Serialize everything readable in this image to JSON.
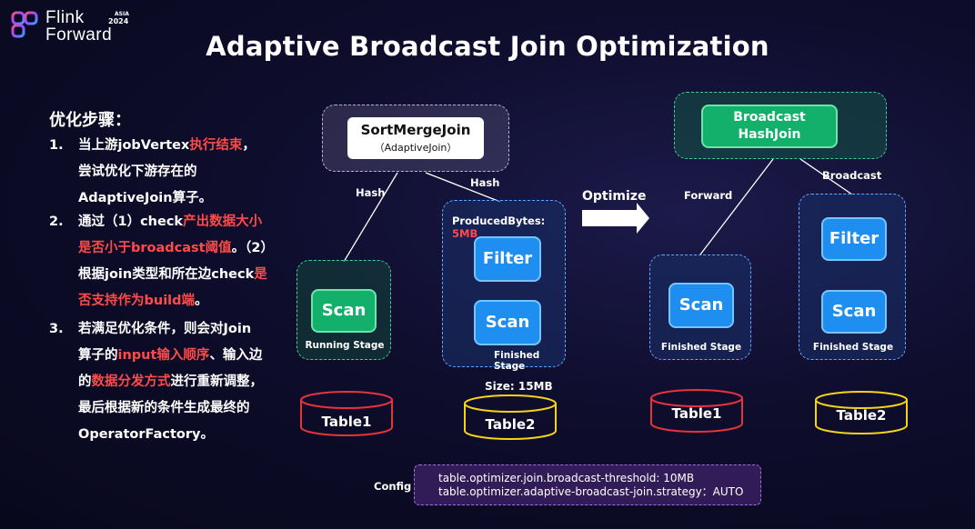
{
  "logo": {
    "line1": "Flink",
    "line2": "Forward",
    "region": "ASIA",
    "year": "2024"
  },
  "title": "Adaptive Broadcast Join Optimization",
  "steps_heading": "优化步骤：",
  "steps": [
    {
      "num": "1.",
      "lines": [
        [
          {
            "t": "当上游jobVertex"
          },
          {
            "t": "执行结束",
            "red": true
          },
          {
            "t": "，"
          }
        ],
        [
          {
            "t": "尝试优化下游存在的"
          }
        ],
        [
          {
            "t": "AdaptiveJoin算子。"
          }
        ]
      ]
    },
    {
      "num": "2.",
      "lines": [
        [
          {
            "t": "通过（1）check"
          },
          {
            "t": "产出数据大小",
            "red": true
          }
        ],
        [
          {
            "t": "是否小于broadcast阈值",
            "red": true
          },
          {
            "t": "。（2）"
          }
        ],
        [
          {
            "t": "根据join类型和所在边check"
          },
          {
            "t": "是",
            "red": true
          }
        ],
        [
          {
            "t": "否支持作为build端",
            "red": true
          },
          {
            "t": "。"
          }
        ]
      ]
    },
    {
      "num": "3.",
      "lines": [
        [
          {
            "t": "若满足优化条件，则会对Join"
          }
        ],
        [
          {
            "t": "算子的"
          },
          {
            "t": "input输入顺序",
            "red": true
          },
          {
            "t": "、输入边"
          }
        ],
        [
          {
            "t": "的"
          },
          {
            "t": "数据分发方式",
            "red": true
          },
          {
            "t": "进行重新调整，"
          }
        ],
        [
          {
            "t": "最后根据新的条件生成最终的"
          }
        ],
        [
          {
            "t": "OperatorFactory。"
          }
        ]
      ]
    }
  ],
  "before": {
    "join_title": "SortMergeJoin",
    "join_sub": "（AdaptiveJoin）",
    "edge_left": "Hash",
    "edge_right": "Hash",
    "left_stage": {
      "op": "Scan",
      "stage": "Running Stage"
    },
    "right_stage": {
      "produced_label": "ProducedBytes: ",
      "produced_value": "5MB",
      "op1": "Filter",
      "op2": "Scan",
      "stage": "Finished Stage"
    },
    "size_label": "Size: 15MB",
    "table_left": "Table1",
    "table_right": "Table2"
  },
  "optimize_label": "Optimize",
  "after": {
    "join_line1": "Broadcast",
    "join_line2": "HashJoin",
    "edge_left": "Forward",
    "edge_right": "Broadcast",
    "left_stage": {
      "op": "Scan",
      "stage": "Finished Stage"
    },
    "right_stage": {
      "op1": "Filter",
      "op2": "Scan",
      "stage": "Finished Stage"
    },
    "table_left": "Table1",
    "table_right": "Table2"
  },
  "config": {
    "label": "Config",
    "line1": "table.optimizer.join.broadcast-threshold: 10MB",
    "line2": "table.optimizer.adaptive-broadcast-join.strategy：AUTO"
  },
  "colors": {
    "red": "#ff4a4a",
    "blue": "#1e8ff0",
    "green": "#13b06b",
    "yellow": "#f5d31a",
    "table_red": "#e8323c"
  }
}
